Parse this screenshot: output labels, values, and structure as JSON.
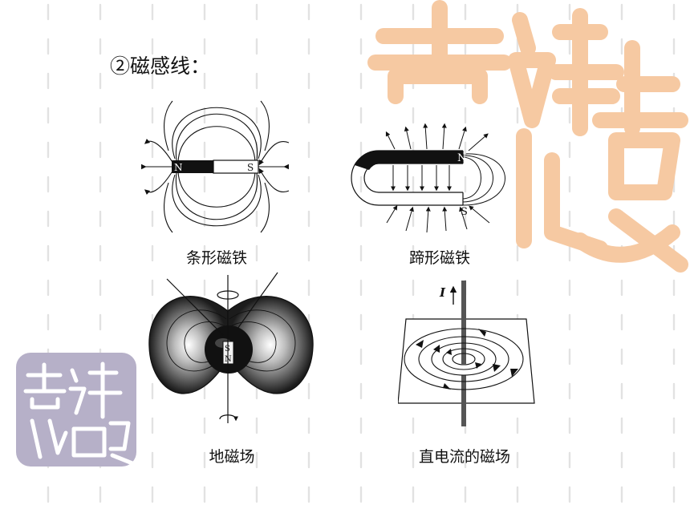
{
  "heading": "②磁感线：",
  "colors": {
    "seal_big": "#f6c9a2",
    "seal_small": "#b6b0c8",
    "dash": "#e2e2e2"
  },
  "figures": [
    {
      "id": "bar-magnet",
      "caption": "条形磁铁",
      "north": "N",
      "south": "S"
    },
    {
      "id": "horseshoe-magnet",
      "caption": "蹄形磁铁",
      "north": "N",
      "south": "S"
    },
    {
      "id": "earth-field",
      "caption": "地磁场",
      "north": "N",
      "south": "S"
    },
    {
      "id": "current-field",
      "caption": "直电流的磁场",
      "current": "I"
    }
  ],
  "decorations": {
    "seal_big_icon": "seal-stamp-icon",
    "seal_small_icon": "seal-stamp-icon"
  }
}
